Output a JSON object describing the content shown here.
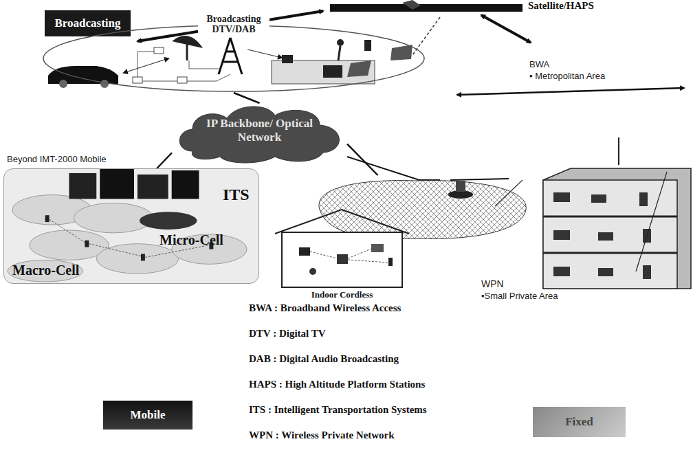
{
  "diagram": {
    "nodes": [
      {
        "text": [
          "Broadcasting"
        ]
      },
      {
        "text": [
          "Broadcasting DTV/DAB"
        ]
      },
      {
        "text": [
          "IP Backbone/ Optical Network"
        ]
      },
      {
        "text": [
          "Beyond IMT-2000 Mobile"
        ]
      },
      {
        "text": [
          "Macro-Cell"
        ],
        "in": 3
      },
      {
        "text": [
          "Micro-Cell"
        ],
        "in": 3
      },
      {
        "text": [
          "ITS"
        ],
        "in": 3
      },
      {
        "text": [
          "WPN",
          "▪Small Private Area"
        ]
      },
      {
        "text": [
          "Indoor Cordless"
        ]
      },
      {
        "text": [
          "Mobile"
        ]
      },
      {
        "text": [
          "Fixed"
        ]
      }
    ],
    "edges": [
      {
        "from": 2,
        "to": 1,
        "arrow": "none"
      },
      {
        "from": 2,
        "to": 3,
        "arrow": "none"
      },
      {
        "from": 2,
        "to": 7,
        "arrow": "none"
      }
    ],
    "labels": [
      "Satellite/HAPS",
      "BWA",
      "▪ Metropolitan Area",
      "BWA : Broadband Wireless Access",
      "DTV : Digital TV",
      "DAB : Digital Audio Broadcasting",
      "HAPS : High Altitude Platform Stations",
      "ITS : Intelligent Transportation Systems",
      "WPN : Wireless Private Network"
    ]
  }
}
